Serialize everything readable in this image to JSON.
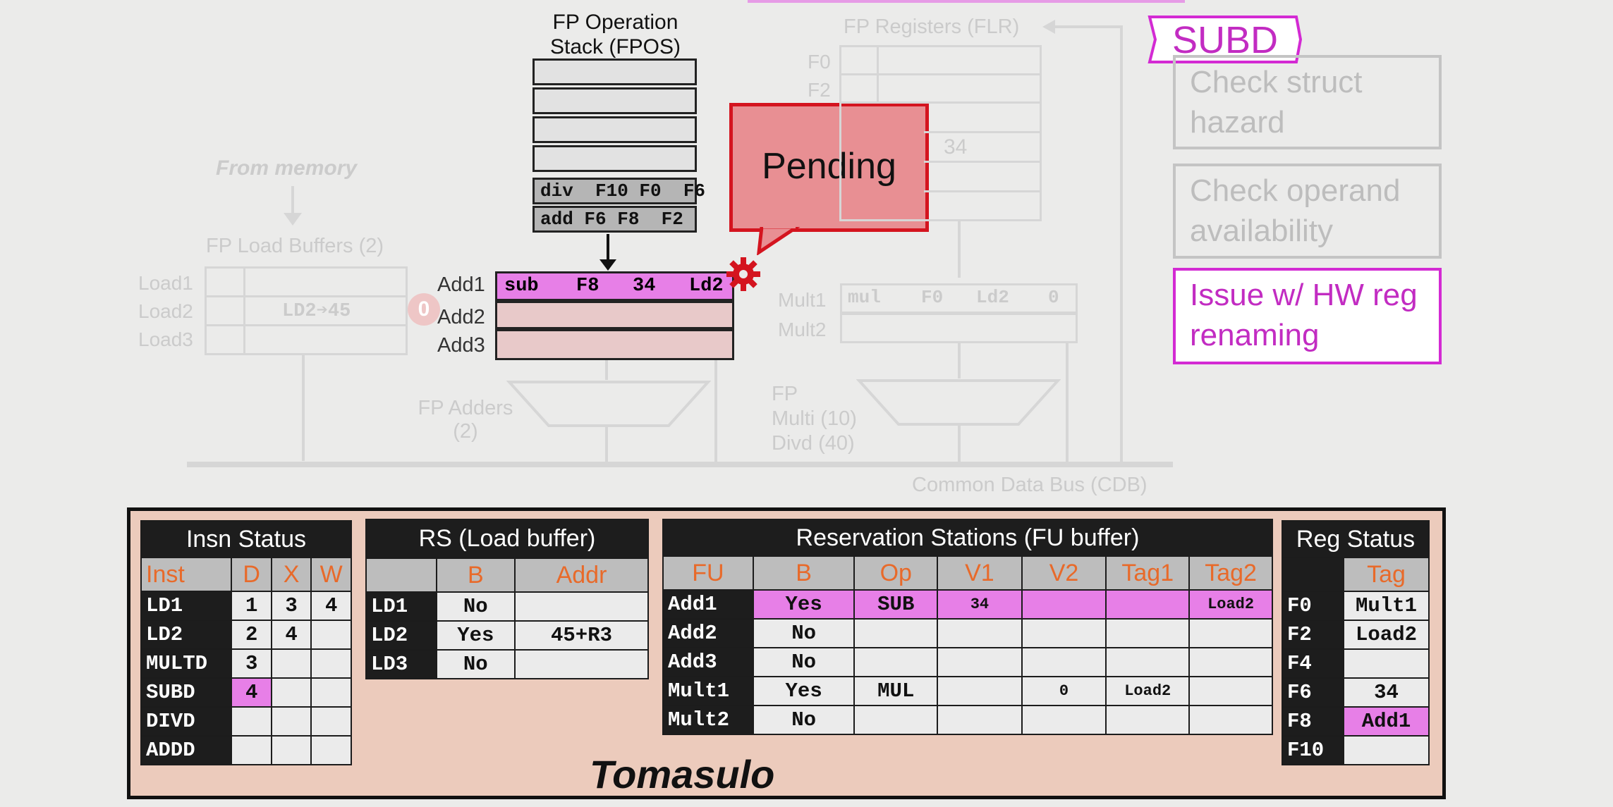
{
  "top_right_instruction": "SUBD",
  "stages": [
    "Check struct hazard",
    "Check operand availability",
    "Issue w/ HW reg renaming"
  ],
  "fpos": {
    "title_line1": "FP Operation",
    "title_line2": "Stack (FPOS)",
    "entries": [
      "div  F10 F0  F6",
      "add F6 F8  F2"
    ]
  },
  "callout": "Pending",
  "from_memory": "From memory",
  "load_buffers": {
    "title": "FP Load Buffers (2)",
    "rows": [
      "Load1",
      "Load2",
      "Load3"
    ],
    "load2_content": "LD2➔45",
    "badge": "0"
  },
  "fp_registers": {
    "title": "FP Registers (FLR)",
    "labels": [
      "F0",
      "F2"
    ],
    "value": "34"
  },
  "add_rs": {
    "labels": [
      "Add1",
      "Add2",
      "Add3"
    ],
    "add1_fields": [
      "sub",
      "F8",
      "34",
      "Ld2"
    ]
  },
  "mult_rs": {
    "labels": [
      "Mult1",
      "Mult2"
    ],
    "mult1_fields": [
      "mul",
      "F0",
      "Ld2",
      "0"
    ]
  },
  "fp_adders": "FP Adders\n(2)",
  "fp_multi": "FP\nMulti (10)\nDivd (40)",
  "cdb": "Common Data Bus (CDB)",
  "tomasulo_label": "Tomasulo",
  "insn_status": {
    "title": "Insn Status",
    "headers": [
      "Inst",
      "D",
      "X",
      "W"
    ],
    "rows": [
      [
        "LD1",
        "1",
        "3",
        "4"
      ],
      [
        "LD2",
        "2",
        "4",
        ""
      ],
      [
        "MULTD",
        "3",
        "",
        ""
      ],
      [
        "SUBD",
        "4",
        "",
        ""
      ],
      [
        "DIVD",
        "",
        "",
        ""
      ],
      [
        "ADDD",
        "",
        "",
        ""
      ]
    ]
  },
  "load_buffer_table": {
    "title": "RS (Load buffer)",
    "headers": [
      "",
      "B",
      "Addr"
    ],
    "rows": [
      [
        "LD1",
        "No",
        ""
      ],
      [
        "LD2",
        "Yes",
        "45+R3"
      ],
      [
        "LD3",
        "No",
        ""
      ]
    ]
  },
  "reservation_stations": {
    "title": "Reservation Stations (FU buffer)",
    "headers": [
      "FU",
      "B",
      "Op",
      "V1",
      "V2",
      "Tag1",
      "Tag2"
    ],
    "rows": [
      [
        "Add1",
        "Yes",
        "SUB",
        "34",
        "",
        "",
        "Load2"
      ],
      [
        "Add2",
        "No",
        "",
        "",
        "",
        "",
        ""
      ],
      [
        "Add3",
        "No",
        "",
        "",
        "",
        "",
        ""
      ],
      [
        "Mult1",
        "Yes",
        "MUL",
        "",
        "0",
        "Load2",
        ""
      ],
      [
        "Mult2",
        "No",
        "",
        "",
        "",
        "",
        ""
      ]
    ]
  },
  "reg_status": {
    "title": "Reg Status",
    "headers": [
      "",
      "Tag"
    ],
    "rows": [
      [
        "F0",
        "Mult1"
      ],
      [
        "F2",
        "Load2"
      ],
      [
        "F4",
        ""
      ],
      [
        "F6",
        "34"
      ],
      [
        "F8",
        "Add1"
      ],
      [
        "F10",
        ""
      ]
    ]
  }
}
